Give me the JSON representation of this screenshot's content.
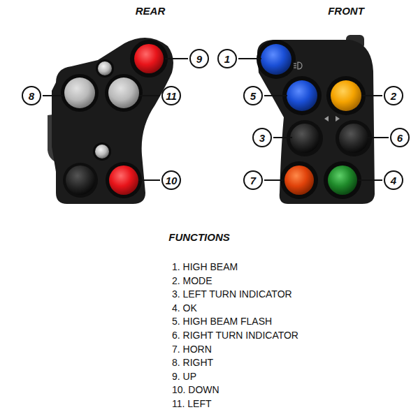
{
  "diagram": {
    "nodes": [
      {
        "text": [
          "9"
        ]
      },
      {
        "text": [
          "8"
        ]
      },
      {
        "text": [
          "11"
        ]
      },
      {
        "text": [
          "10"
        ]
      },
      {
        "text": [
          "1"
        ]
      },
      {
        "text": [
          "5"
        ]
      },
      {
        "text": [
          "2"
        ]
      },
      {
        "text": [
          "3"
        ]
      },
      {
        "text": [
          "6"
        ]
      },
      {
        "text": [
          "7"
        ]
      },
      {
        "text": [
          "4"
        ]
      }
    ],
    "labels": [
      "REAR",
      "FRONT",
      "FUNCTIONS",
      "1. HIGH BEAM",
      "2. MODE",
      "3. LEFT TURN INDICATOR",
      "4. OK",
      "5. HIGH BEAM FLASH",
      "6. RIGHT TURN INDICATOR",
      "7. HORN",
      "8. RIGHT",
      "9. UP",
      "10. DOWN",
      "11. LEFT"
    ]
  }
}
